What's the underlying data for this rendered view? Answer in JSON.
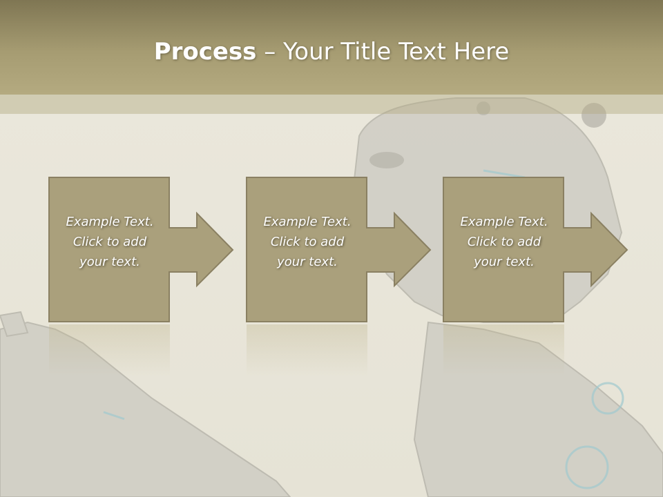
{
  "slide": {
    "title_bold": "Process",
    "title_rest": " – Your Title Text Here"
  },
  "steps": [
    {
      "lines": [
        "Example Text.",
        "Click  to add",
        "your text."
      ]
    },
    {
      "lines": [
        "Example Text.",
        "Click  to add",
        "your text."
      ]
    },
    {
      "lines": [
        "Example Text.",
        "Click  to add",
        "your text."
      ]
    }
  ],
  "colors": {
    "box_fill": "#aaa07c",
    "box_border": "#8a8062",
    "title_bar": "#a69c72",
    "background": "#ebe8dc"
  },
  "icons": [
    "robot-illustration",
    "arrow-right-icon"
  ]
}
